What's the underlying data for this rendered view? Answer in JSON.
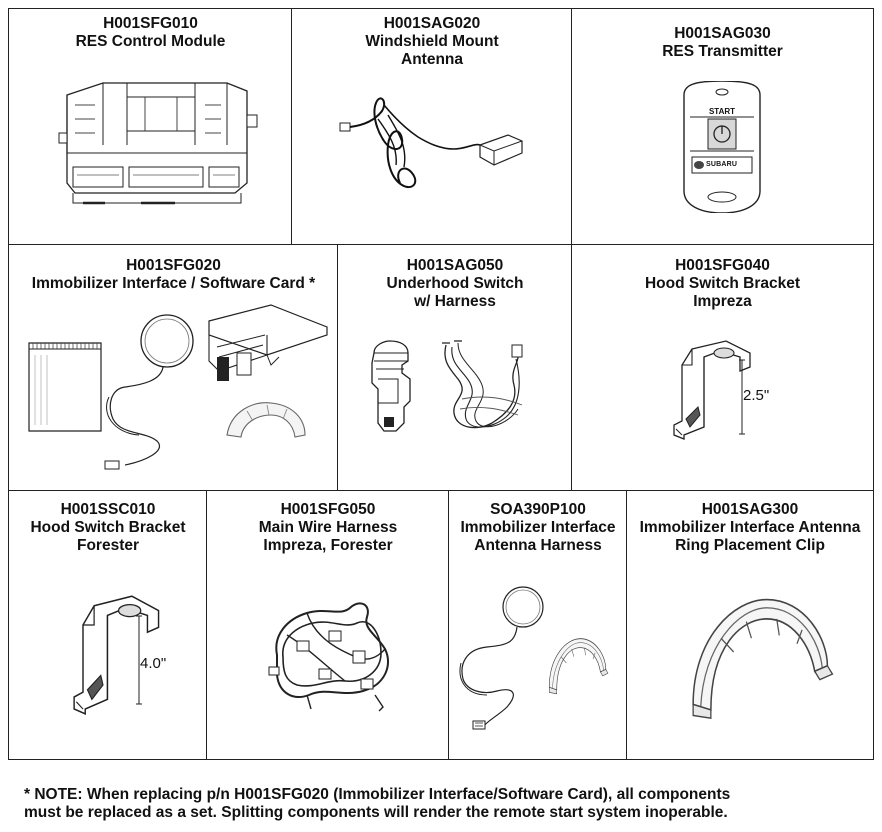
{
  "parts": [
    {
      "part_no": "H001SFG010",
      "name_lines": [
        "RES Control Module"
      ],
      "icon": "control-module-icon"
    },
    {
      "part_no": "H001SAG020",
      "name_lines": [
        "Windshield Mount",
        "Antenna"
      ],
      "icon": "antenna-icon"
    },
    {
      "part_no": "H001SAG030",
      "name_lines": [
        "RES Transmitter"
      ],
      "icon": "transmitter-icon",
      "button_label": "START",
      "brand": "SUBARU"
    },
    {
      "part_no": "H001SFG020",
      "name_lines": [
        "Immobilizer Interface / Software Card *"
      ],
      "icon": "immobilizer-kit-icon"
    },
    {
      "part_no": "H001SAG050",
      "name_lines": [
        "Underhood Switch",
        "w/ Harness"
      ],
      "icon": "underhood-switch-icon"
    },
    {
      "part_no": "H001SFG040",
      "name_lines": [
        "Hood Switch Bracket",
        "Impreza"
      ],
      "icon": "bracket-icon",
      "dimension": "2.5\""
    },
    {
      "part_no": "H001SSC010",
      "name_lines": [
        "Hood Switch Bracket",
        "Forester"
      ],
      "icon": "bracket-icon",
      "dimension": "4.0\""
    },
    {
      "part_no": "H001SFG050",
      "name_lines": [
        "Main Wire Harness",
        "Impreza, Forester"
      ],
      "icon": "wire-harness-icon"
    },
    {
      "part_no": "SOA390P100",
      "name_lines": [
        "Immobilizer Interface",
        "Antenna Harness"
      ],
      "icon": "antenna-harness-icon"
    },
    {
      "part_no": "H001SAG300",
      "name_lines": [
        "Immobilizer Interface Antenna",
        "Ring Placement Clip"
      ],
      "icon": "placement-clip-icon"
    }
  ],
  "note": {
    "lead": "* NOTE:",
    "line1": " When replacing p/n H001SFG020 (Immobilizer Interface/Software Card), all components",
    "line2": "must be replaced as a set.  Splitting components will render the remote start system inoperable."
  }
}
